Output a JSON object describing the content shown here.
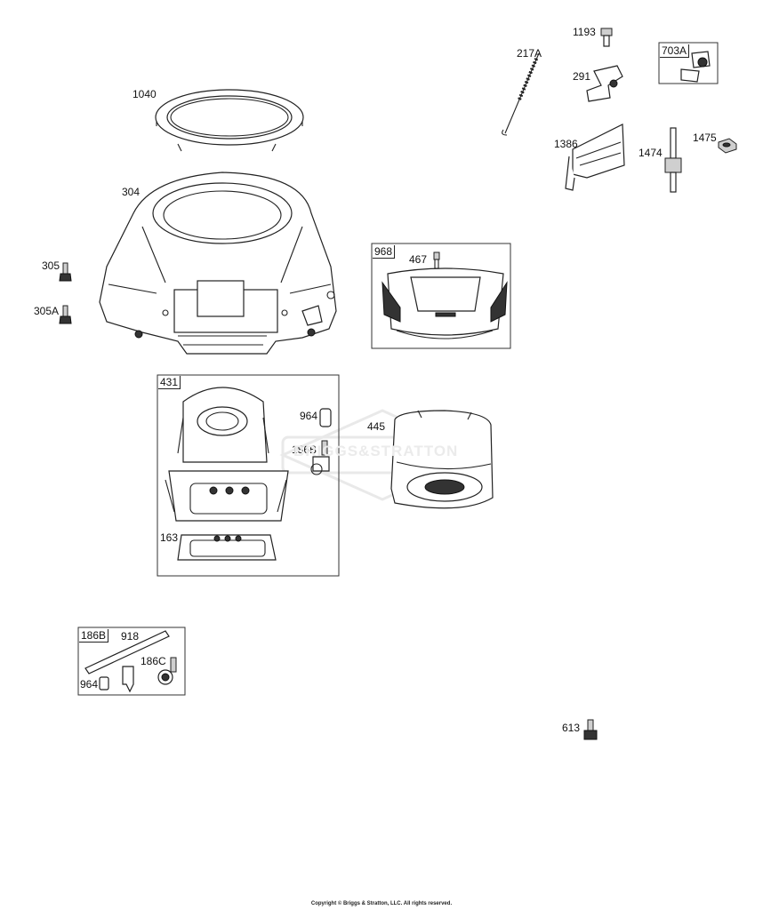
{
  "parts": {
    "p1040": "1040",
    "p304": "304",
    "p305": "305",
    "p305A": "305A",
    "p968": "968",
    "p467": "467",
    "p431": "431",
    "p964a": "964",
    "p186Ba": "186B",
    "p445": "445",
    "p163": "163",
    "p186Bb": "186B",
    "p918": "918",
    "p186C": "186C",
    "p964b": "964",
    "p613": "613",
    "p1193": "1193",
    "p217A": "217A",
    "p291": "291",
    "p703A": "703A",
    "p1386": "1386",
    "p1474": "1474",
    "p1475": "1475"
  },
  "watermark": "BRIGGS&STRATTON",
  "copyright": "Copyright © Briggs & Stratton, LLC. All rights reserved."
}
